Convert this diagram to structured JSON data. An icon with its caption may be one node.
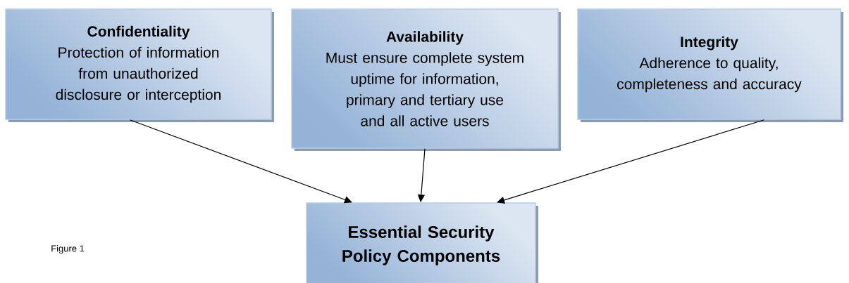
{
  "diagram": {
    "nodes": [
      {
        "text": [
          "Confidentiality",
          "Protection of information from unauthorized disclosure or interception"
        ]
      },
      {
        "text": [
          "Availability",
          "Must ensure complete system uptime for information, primary and tertiary use and all active users"
        ]
      },
      {
        "text": [
          "Integrity",
          "Adherence to quality, completeness and accuracy"
        ]
      },
      {
        "text": [
          "Essential Security Policy Components"
        ]
      }
    ],
    "edges": [
      {
        "from": 0,
        "to": 3,
        "arrow": "to"
      },
      {
        "from": 1,
        "to": 3,
        "arrow": "to"
      },
      {
        "from": 2,
        "to": 3,
        "arrow": "to"
      }
    ],
    "labels": [
      "Figure 1"
    ]
  }
}
